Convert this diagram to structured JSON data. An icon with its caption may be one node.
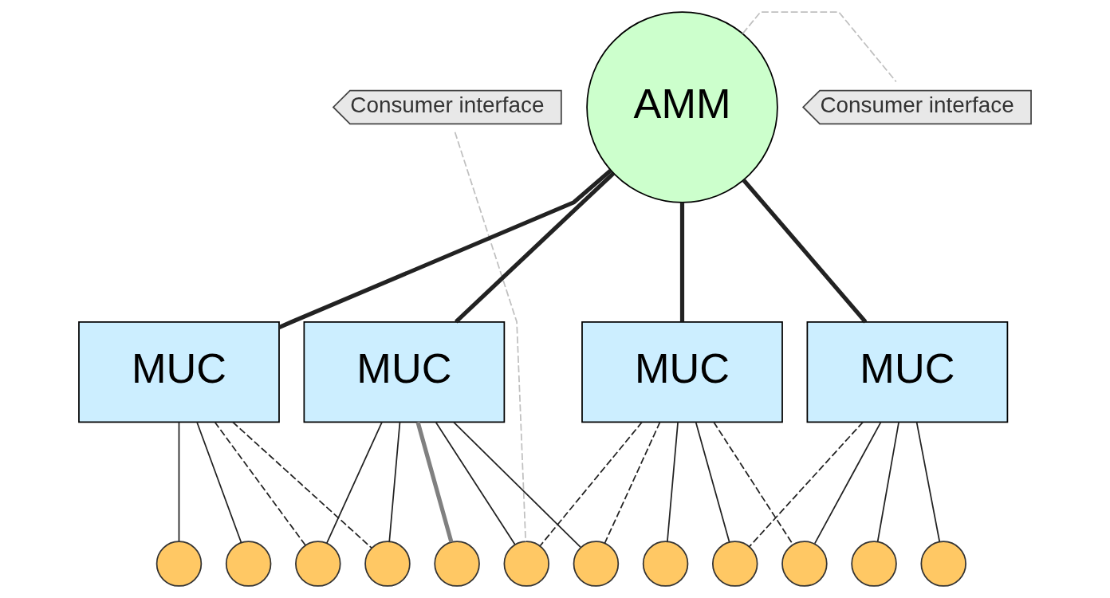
{
  "diagram": {
    "nodes": [
      {
        "text": [
          "Consumer interface"
        ]
      },
      {
        "text": [
          "AMM"
        ]
      },
      {
        "text": [
          "Consumer interface"
        ]
      },
      {
        "text": [
          "MUC"
        ]
      },
      {
        "text": [
          "MUC"
        ]
      },
      {
        "text": [
          "MUC"
        ]
      },
      {
        "text": [
          "MUC"
        ]
      },
      {
        "text": [],
        "shape": "circle"
      },
      {
        "text": [],
        "shape": "circle"
      },
      {
        "text": [],
        "shape": "circle"
      },
      {
        "text": [],
        "shape": "circle"
      },
      {
        "text": [],
        "shape": "circle"
      },
      {
        "text": [],
        "shape": "circle"
      },
      {
        "text": [],
        "shape": "circle"
      },
      {
        "text": [],
        "shape": "circle"
      },
      {
        "text": [],
        "shape": "circle"
      },
      {
        "text": [],
        "shape": "circle"
      },
      {
        "text": [],
        "shape": "circle"
      },
      {
        "text": [],
        "shape": "circle"
      }
    ],
    "edges": [
      {
        "from": 1,
        "to": 2,
        "arrow": "none",
        "style": "dashed",
        "color": "#c0c0c0"
      },
      {
        "from": 0,
        "to": 12,
        "arrow": "none",
        "style": "dashed",
        "color": "#c0c0c0"
      },
      {
        "from": 1,
        "to": 3,
        "arrow": "none",
        "style": "thick"
      },
      {
        "from": 1,
        "to": 4,
        "arrow": "none",
        "style": "thick"
      },
      {
        "from": 1,
        "to": 5,
        "arrow": "none",
        "style": "thick"
      },
      {
        "from": 1,
        "to": 6,
        "arrow": "none",
        "style": "thick"
      },
      {
        "from": 3,
        "to": 7,
        "arrow": "none"
      },
      {
        "from": 3,
        "to": 8,
        "arrow": "none"
      },
      {
        "from": 3,
        "to": 9,
        "arrow": "none",
        "style": "dashed"
      },
      {
        "from": 3,
        "to": 10,
        "arrow": "none",
        "style": "dashed"
      },
      {
        "from": 4,
        "to": 9,
        "arrow": "none"
      },
      {
        "from": 4,
        "to": 10,
        "arrow": "none"
      },
      {
        "from": 4,
        "to": 11,
        "arrow": "none",
        "style": "thick",
        "color": "#808080"
      },
      {
        "from": 4,
        "to": 12,
        "arrow": "none"
      },
      {
        "from": 4,
        "to": 13,
        "arrow": "none"
      },
      {
        "from": 5,
        "to": 12,
        "arrow": "none",
        "style": "dashed"
      },
      {
        "from": 5,
        "to": 13,
        "arrow": "none",
        "style": "dashed"
      },
      {
        "from": 5,
        "to": 14,
        "arrow": "none"
      },
      {
        "from": 5,
        "to": 15,
        "arrow": "none"
      },
      {
        "from": 5,
        "to": 16,
        "arrow": "none",
        "style": "dashed"
      },
      {
        "from": 6,
        "to": 15,
        "arrow": "none",
        "style": "dashed"
      },
      {
        "from": 6,
        "to": 16,
        "arrow": "none"
      },
      {
        "from": 6,
        "to": 17,
        "arrow": "none"
      },
      {
        "from": 6,
        "to": 18,
        "arrow": "none"
      }
    ]
  }
}
